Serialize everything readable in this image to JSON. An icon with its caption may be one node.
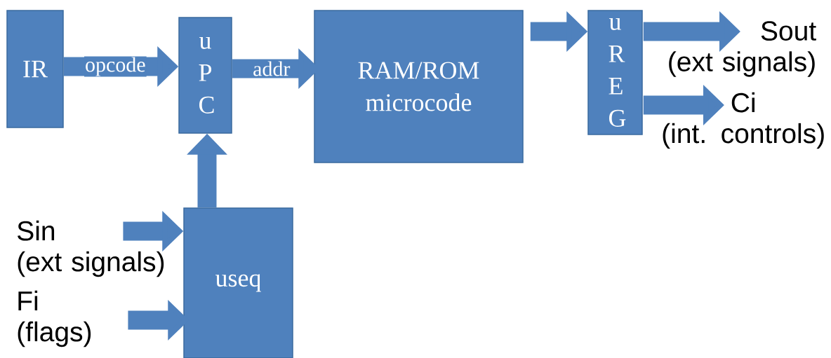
{
  "diagram": {
    "nodes": [
      {
        "text": [
          "IR"
        ]
      },
      {
        "text": [
          "u P C"
        ]
      },
      {
        "text": [
          "RAM/ROM microcode"
        ]
      },
      {
        "text": [
          "u R E G"
        ]
      },
      {
        "text": [
          "useq"
        ]
      },
      {
        "text": [
          "Sout",
          "(ext signals)"
        ]
      },
      {
        "text": [
          "Ci",
          "(int. controls)"
        ]
      },
      {
        "text": [
          "Sin",
          "(ext signals)"
        ]
      },
      {
        "text": [
          "Fi",
          "(flags)"
        ]
      }
    ],
    "edges": [
      {
        "from": 0,
        "to": 1,
        "arrow": "to",
        "label": "opcode"
      },
      {
        "from": 1,
        "to": 2,
        "arrow": "to",
        "label": "addr"
      },
      {
        "from": 2,
        "to": 3,
        "arrow": "to"
      },
      {
        "from": 3,
        "to": 5,
        "arrow": "to"
      },
      {
        "from": 3,
        "to": 6,
        "arrow": "to"
      },
      {
        "from": 4,
        "to": 1,
        "arrow": "to"
      },
      {
        "from": 7,
        "to": 4,
        "arrow": "to"
      },
      {
        "from": 8,
        "to": 4,
        "arrow": "to"
      }
    ]
  }
}
